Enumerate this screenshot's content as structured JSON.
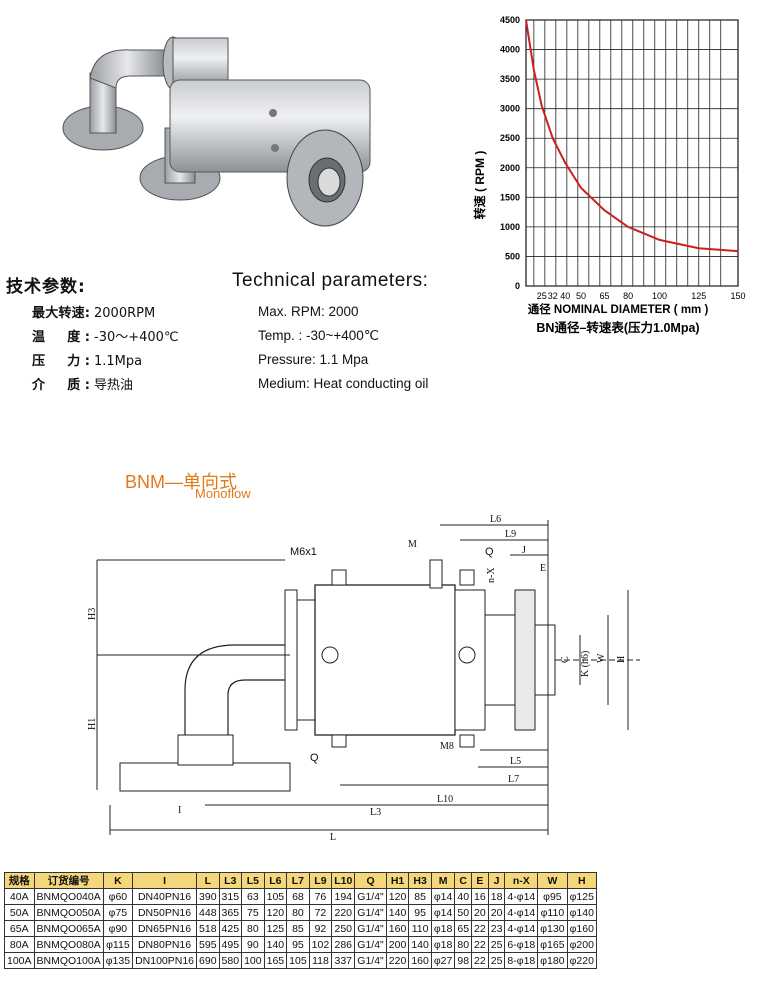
{
  "chart_data": {
    "type": "line",
    "title": "BN通径–转速表(压力1.0Mpa)",
    "xlabel": "通径 NOMINAL DIAMETER ( mm )",
    "ylabel": "转速 ( RPM )",
    "x_ticks": [
      "25",
      "32",
      "40",
      "50",
      "65",
      "80",
      "100",
      "125",
      "150"
    ],
    "y_ticks": [
      "0",
      "500",
      "1000",
      "1500",
      "2000",
      "2500",
      "3000",
      "3500",
      "4000",
      "4500"
    ],
    "ylim": [
      0,
      4500
    ],
    "grid": true,
    "series": [
      {
        "color": "#cc1f1f",
        "x": [
          15,
          20,
          25,
          32,
          40,
          50,
          65,
          80,
          100,
          125,
          150
        ],
        "y": [
          4500,
          3650,
          3050,
          2500,
          2080,
          1660,
          1280,
          1000,
          780,
          640,
          590
        ]
      }
    ]
  },
  "params_cn": {
    "heading": "技术参数:",
    "rows": [
      {
        "key": "最大转速:",
        "value": "2000RPM"
      },
      {
        "key": "温　度:",
        "value": "-30～+400℃"
      },
      {
        "key": "压　力:",
        "value": "1.1Mpa"
      },
      {
        "key": "介　质:",
        "value": "导热油"
      }
    ]
  },
  "params_en": {
    "heading": "Technical parameters:",
    "rows": [
      "Max. RPM: 2000",
      "Temp. : -30~+400℃",
      "Pressure: 1.1 Mpa",
      "Medium: Heat conducting oil"
    ]
  },
  "model": {
    "title": "BNM—单向式",
    "subtitle": "Monoflow"
  },
  "drawing_labels": {
    "m6x1": "M6x1",
    "m": "M",
    "q_top": "Q",
    "q_bottom": "Q",
    "j": "J",
    "e": "E",
    "nx": "n-X",
    "l6": "L6",
    "l9": "L9",
    "h3": "H3",
    "h1": "H1",
    "i": "I",
    "m8": "M8",
    "l5": "L5",
    "l7": "L7",
    "l10": "L10",
    "l3": "L3",
    "l": "L",
    "c": "C",
    "k": "K (h6)",
    "w": "W",
    "h": "H"
  },
  "table": {
    "headers": [
      "规格",
      "订货编号",
      "K",
      "I",
      "L",
      "L3",
      "L5",
      "L6",
      "L7",
      "L9",
      "L10",
      "Q",
      "H1",
      "H3",
      "M",
      "C",
      "E",
      "J",
      "n-X",
      "W",
      "H"
    ],
    "rows": [
      [
        "40A",
        "BNMQO040A",
        "φ60",
        "DN40PN16",
        "390",
        "315",
        "63",
        "105",
        "68",
        "76",
        "194",
        "G1/4\"",
        "120",
        "85",
        "φ14",
        "40",
        "16",
        "18",
        "4-φ14",
        "φ95",
        "φ125"
      ],
      [
        "50A",
        "BNMQO050A",
        "φ75",
        "DN50PN16",
        "448",
        "365",
        "75",
        "120",
        "80",
        "72",
        "220",
        "G1/4\"",
        "140",
        "95",
        "φ14",
        "50",
        "20",
        "20",
        "4-φ14",
        "φ110",
        "φ140"
      ],
      [
        "65A",
        "BNMQO065A",
        "φ90",
        "DN65PN16",
        "518",
        "425",
        "80",
        "125",
        "85",
        "92",
        "250",
        "G1/4\"",
        "160",
        "110",
        "φ18",
        "65",
        "22",
        "23",
        "4-φ14",
        "φ130",
        "φ160"
      ],
      [
        "80A",
        "BNMQO080A",
        "φ115",
        "DN80PN16",
        "595",
        "495",
        "90",
        "140",
        "95",
        "102",
        "286",
        "G1/4\"",
        "200",
        "140",
        "φ18",
        "80",
        "22",
        "25",
        "6-φ18",
        "φ165",
        "φ200"
      ],
      [
        "100A",
        "BNMQO100A",
        "φ135",
        "DN100PN16",
        "690",
        "580",
        "100",
        "165",
        "105",
        "118",
        "337",
        "G1/4\"",
        "220",
        "160",
        "φ27",
        "98",
        "22",
        "25",
        "8-φ18",
        "φ180",
        "φ220"
      ]
    ]
  }
}
